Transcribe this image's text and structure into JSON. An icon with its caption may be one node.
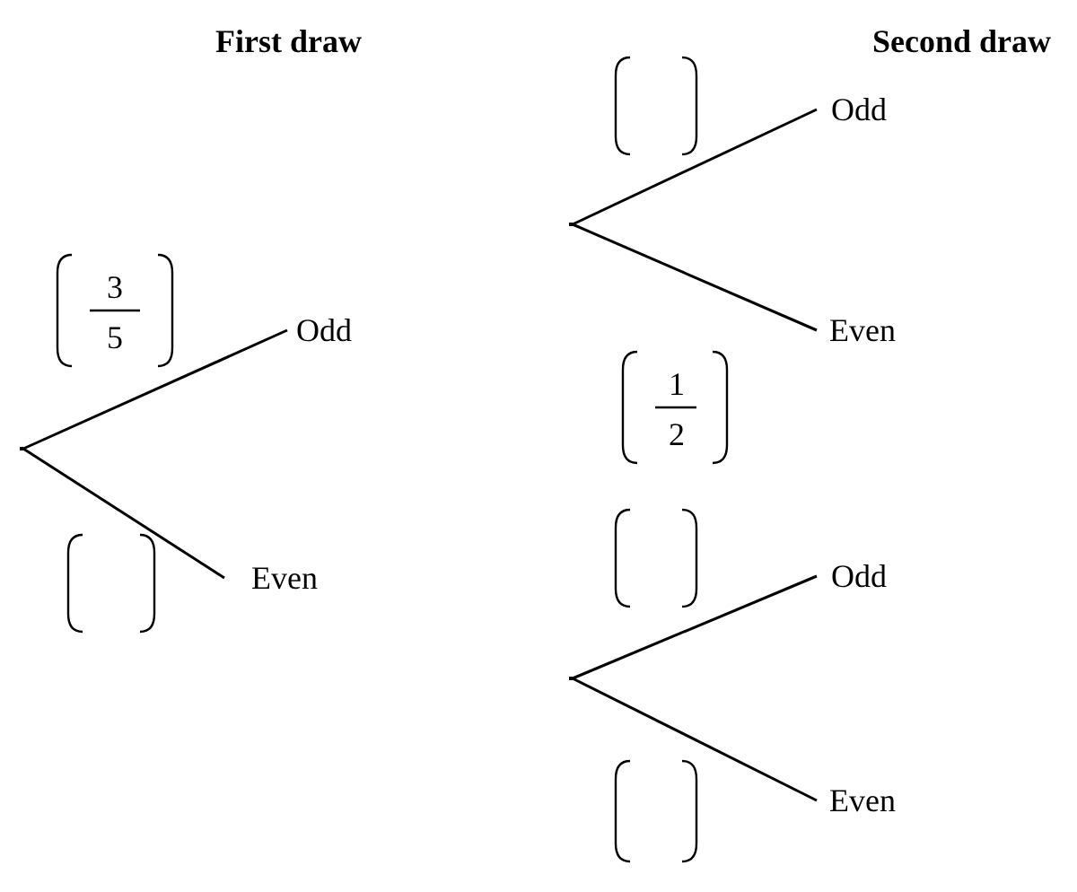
{
  "diagram": {
    "nodes": [
      {
        "text": [],
        "shape": "point"
      },
      {
        "text": [
          "Odd"
        ]
      },
      {
        "text": [
          "Even"
        ]
      },
      {
        "text": [],
        "shape": "point"
      },
      {
        "text": [
          "Odd"
        ]
      },
      {
        "text": [
          "Even"
        ]
      },
      {
        "text": [],
        "shape": "point"
      },
      {
        "text": [
          "Odd"
        ]
      },
      {
        "text": [
          "Even"
        ]
      }
    ],
    "edges": [
      {
        "from": 0,
        "to": 1,
        "arrow": "none"
      },
      {
        "from": 0,
        "to": 2,
        "arrow": "none"
      },
      {
        "from": 3,
        "to": 4,
        "arrow": "none"
      },
      {
        "from": 3,
        "to": 5,
        "arrow": "none"
      },
      {
        "from": 6,
        "to": 7,
        "arrow": "none"
      },
      {
        "from": 6,
        "to": 8,
        "arrow": "none"
      }
    ],
    "labels": [
      "First draw",
      "Second draw",
      "3",
      "5",
      "1",
      "2"
    ]
  }
}
